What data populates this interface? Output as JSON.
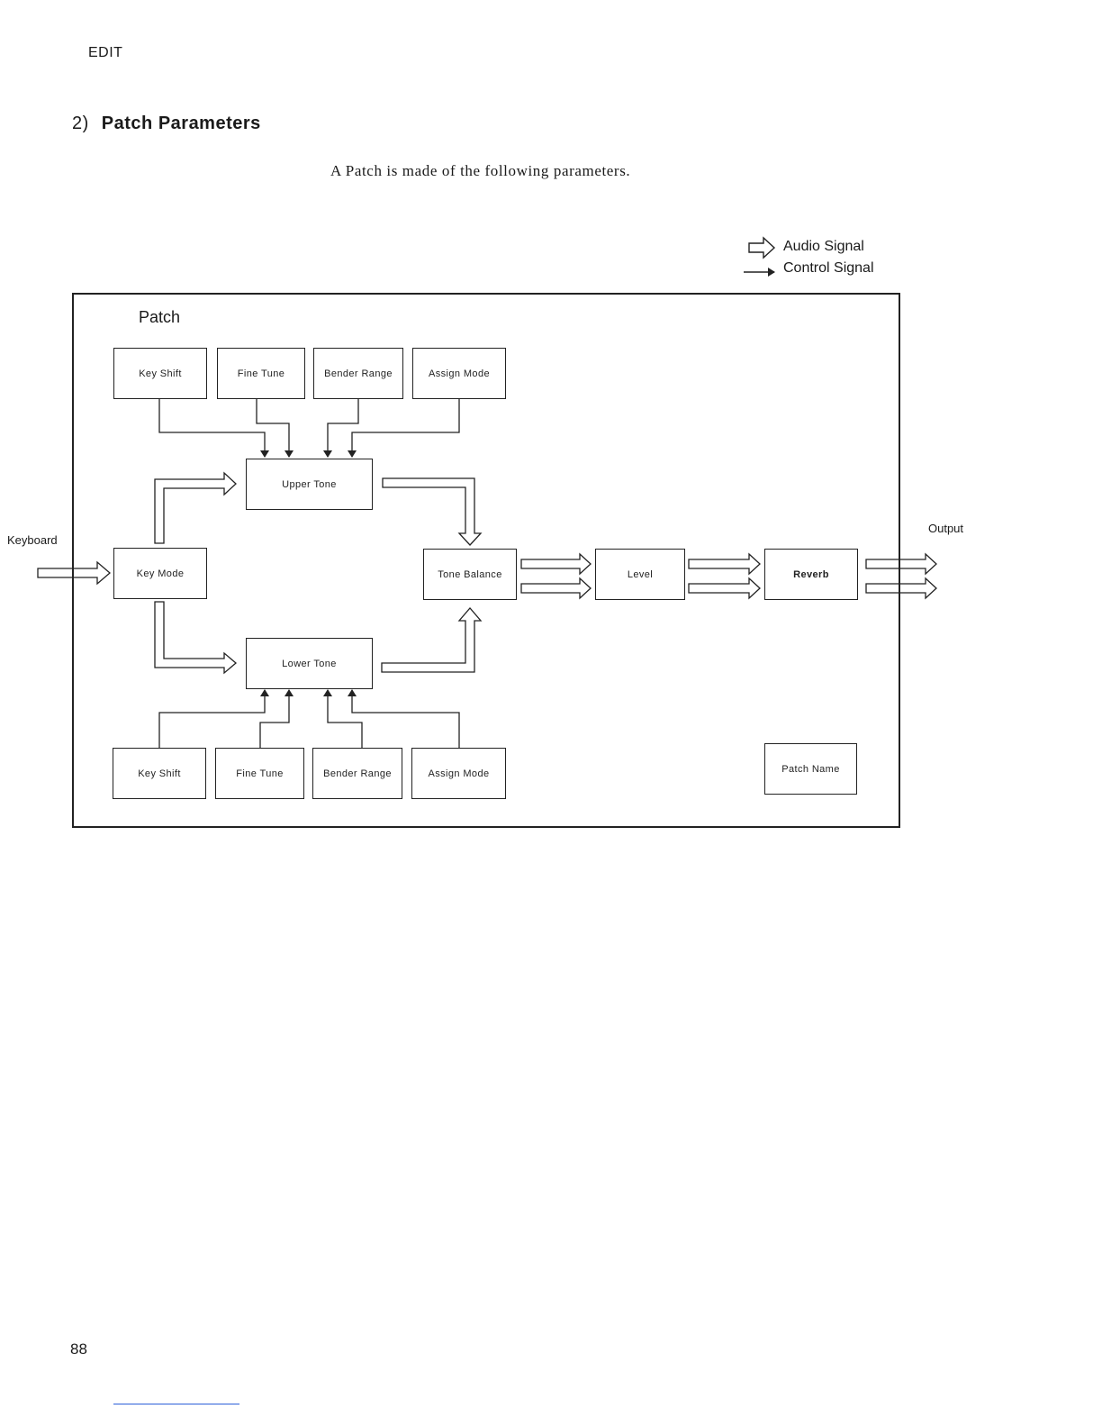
{
  "header": {
    "label": "EDIT",
    "section_number": "2)",
    "section_title": "Patch Parameters",
    "intro": "A Patch is made of the following parameters."
  },
  "legend": {
    "audio": "Audio Signal",
    "control": "Control Signal"
  },
  "diagram": {
    "patch_label": "Patch",
    "keyboard_label": "Keyboard",
    "output_label": "Output",
    "upper_controls": [
      "Key Shift",
      "Fine Tune",
      "Bender Range",
      "Assign Mode"
    ],
    "lower_controls": [
      "Key Shift",
      "Fine Tune",
      "Bender Range",
      "Assign Mode"
    ],
    "key_mode": "Key Mode",
    "upper_tone": "Upper Tone",
    "lower_tone": "Lower Tone",
    "tone_balance": "Tone Balance",
    "level": "Level",
    "reverb": "Reverb",
    "patch_name": "Patch Name"
  },
  "footer": {
    "page_number": "88"
  }
}
